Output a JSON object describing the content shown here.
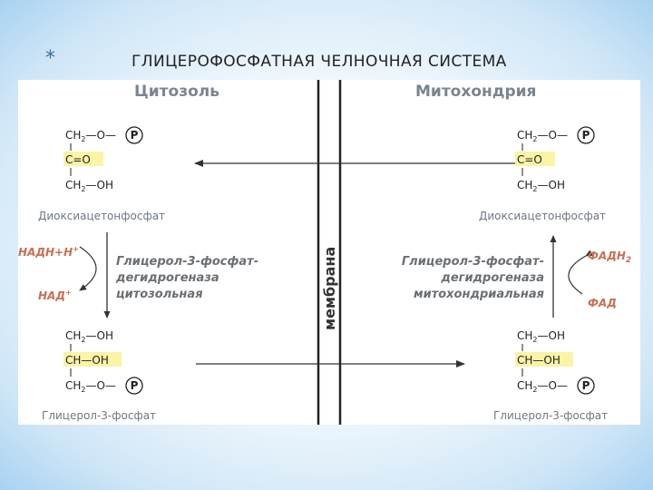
{
  "slide": {
    "bullet": "*",
    "title": "ГЛИЦЕРОФОСФАТНАЯ ЧЕЛНОЧНАЯ СИСТЕМА"
  },
  "diagram": {
    "left_header": "Цитозоль",
    "right_header": "Митохондрия",
    "membrane_label": "мембрана",
    "dhap": {
      "row1_prefix": "CH",
      "row1_sub": "2",
      "row1_suffix": "—O—",
      "phosphate": "P",
      "row2": "C=O",
      "row3_prefix": "CH",
      "row3_sub": "2",
      "row3_suffix": "—OH",
      "name": "Диоксиацетонфосфат"
    },
    "g3p": {
      "row1_prefix": "CH",
      "row1_sub": "2",
      "row1_suffix": "—OH",
      "row2": "CH—OH",
      "row3_prefix": "CH",
      "row3_sub": "2",
      "row3_suffix": "—O—",
      "phosphate": "P",
      "name": "Глицерол-3-фосфат"
    },
    "left_enzyme": [
      "Глицерол-3-фосфат-",
      "дегидрогеназа",
      "цитозольная"
    ],
    "right_enzyme": [
      "Глицерол-3-фосфат-",
      "дегидрогеназа",
      "митохондриальная"
    ],
    "left_cofactor_top": "НАДН+Н",
    "left_cofactor_top_sup": "+",
    "left_cofactor_bottom": "НАД",
    "left_cofactor_bottom_sup": "+",
    "right_cofactor_top": "ФАДН",
    "right_cofactor_top_sub": "2",
    "right_cofactor_bottom": "ФАД",
    "highlight_color": "#fbf3a6",
    "cofactor_color": "#c87054"
  }
}
